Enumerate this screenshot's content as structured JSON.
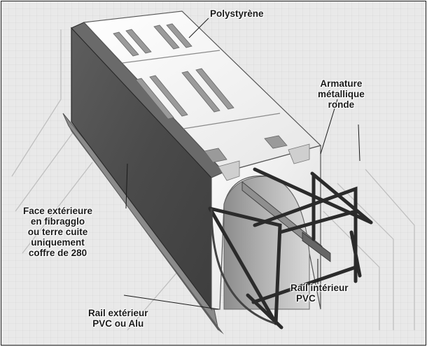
{
  "labels": {
    "polystyrene": "Polystyrène",
    "armature": [
      "Armature",
      "métallique",
      "ronde"
    ],
    "face": [
      "Face extérieure",
      "en fibragglo",
      "ou terre cuite",
      "uniquement",
      "coffre de 280"
    ],
    "rail_interieur": [
      "Rail intérieur",
      "PVC"
    ],
    "rail_exterieur": [
      "Rail extérieur",
      "PVC ou Alu"
    ]
  },
  "colors": {
    "background": "#e9e9e9",
    "panel": "#4f4f4f",
    "polystyrene": "#f2f2f2",
    "rebar": "#2b2b2b",
    "rail": "#7a7a7a"
  }
}
